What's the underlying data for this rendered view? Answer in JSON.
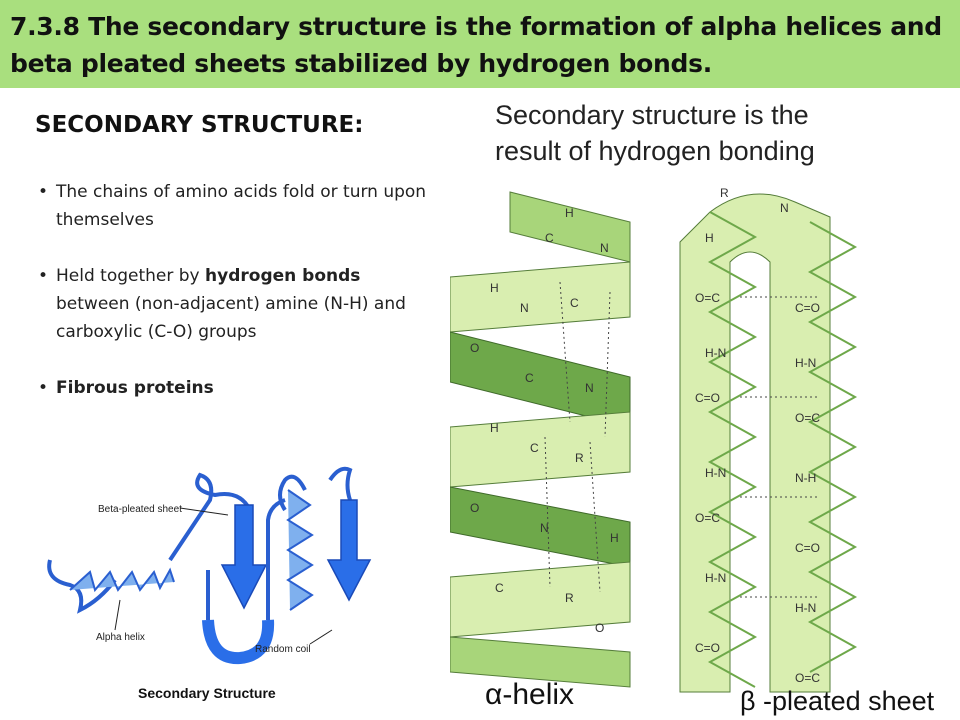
{
  "title": "7.3.8 The secondary structure is the formation of alpha helices and beta pleated sheets stabilized by hydrogen bonds.",
  "heading": "SECONDARY STRUCTURE:",
  "bullets": {
    "b1": "The chains of amino acids fold or turn upon themselves",
    "b2_pre": "Held together by ",
    "b2_bold": "hydrogen bonds",
    "b2_post": " between (non-adjacent) amine (N-H) and carboxylic (C-O) groups",
    "b3": "Fibrous proteins"
  },
  "left_figure": {
    "label_beta": "Beta-pleated sheet",
    "label_alpha": "Alpha helix",
    "label_coil": "Random coil",
    "caption": "Secondary Structure"
  },
  "right_figure": {
    "title_line1": "Secondary structure is the",
    "title_line2": "result of hydrogen bonding",
    "caption_alpha": "α-helix",
    "caption_beta": "β -pleated sheet",
    "atoms": [
      "H",
      "N",
      "C",
      "O",
      "R"
    ]
  },
  "colors": {
    "title_bg": "#a9df7e",
    "ribbon_light": "#d9eeb0",
    "ribbon_mid": "#a8d57a",
    "ribbon_dark": "#6ea84a",
    "protein_blue": "#3a6fd8"
  }
}
